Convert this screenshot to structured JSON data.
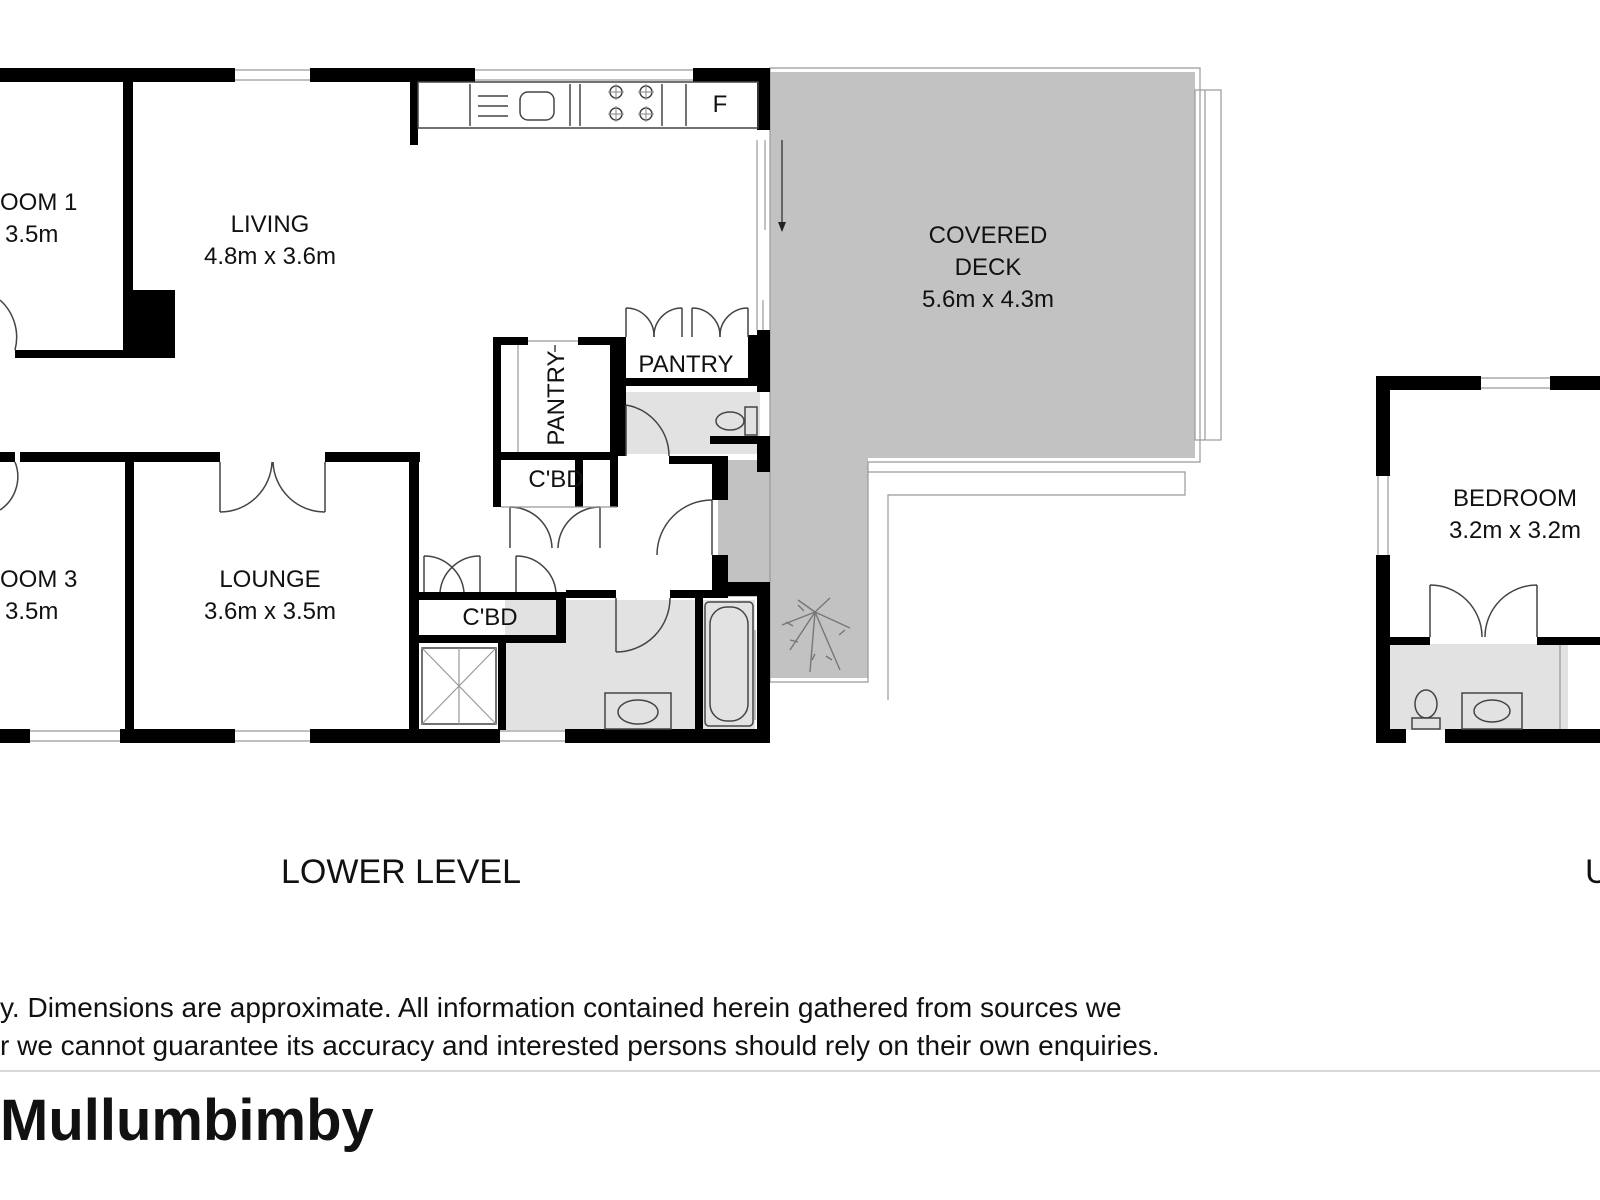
{
  "colors": {
    "wall": "#000000",
    "deck": "#c2c2c2",
    "wet_area": "#e2e2e2",
    "background": "#ffffff"
  },
  "rooms": {
    "bedroom1": {
      "name": "OOM 1",
      "size": "3.5m"
    },
    "living": {
      "name": "LIVING",
      "size": "4.8m x 3.6m"
    },
    "covered_deck": {
      "name_line1": "COVERED",
      "name_line2": "DECK",
      "size": "5.6m x 4.3m"
    },
    "pantry_kitchen": "PANTRY",
    "pantry_vertical": "PANTRY",
    "cbd_upper": "C'BD",
    "cbd_lower": "C'BD",
    "fridge": "F",
    "bedroom3": {
      "name": "OOM 3",
      "size": "3.5m"
    },
    "lounge": {
      "name": "LOUNGE",
      "size": "3.6m x 3.5m"
    },
    "bedroom_upper": {
      "name": "BEDROOM",
      "size": "3.2m x 3.2m"
    }
  },
  "levels": {
    "lower": "LOWER LEVEL",
    "upper": "U"
  },
  "disclaimer": {
    "line1": "y. Dimensions are approximate. All information contained herein gathered from sources we",
    "line2": "r we cannot guarantee its accuracy and interested persons should rely on their own enquiries."
  },
  "title": "Mullumbimby"
}
